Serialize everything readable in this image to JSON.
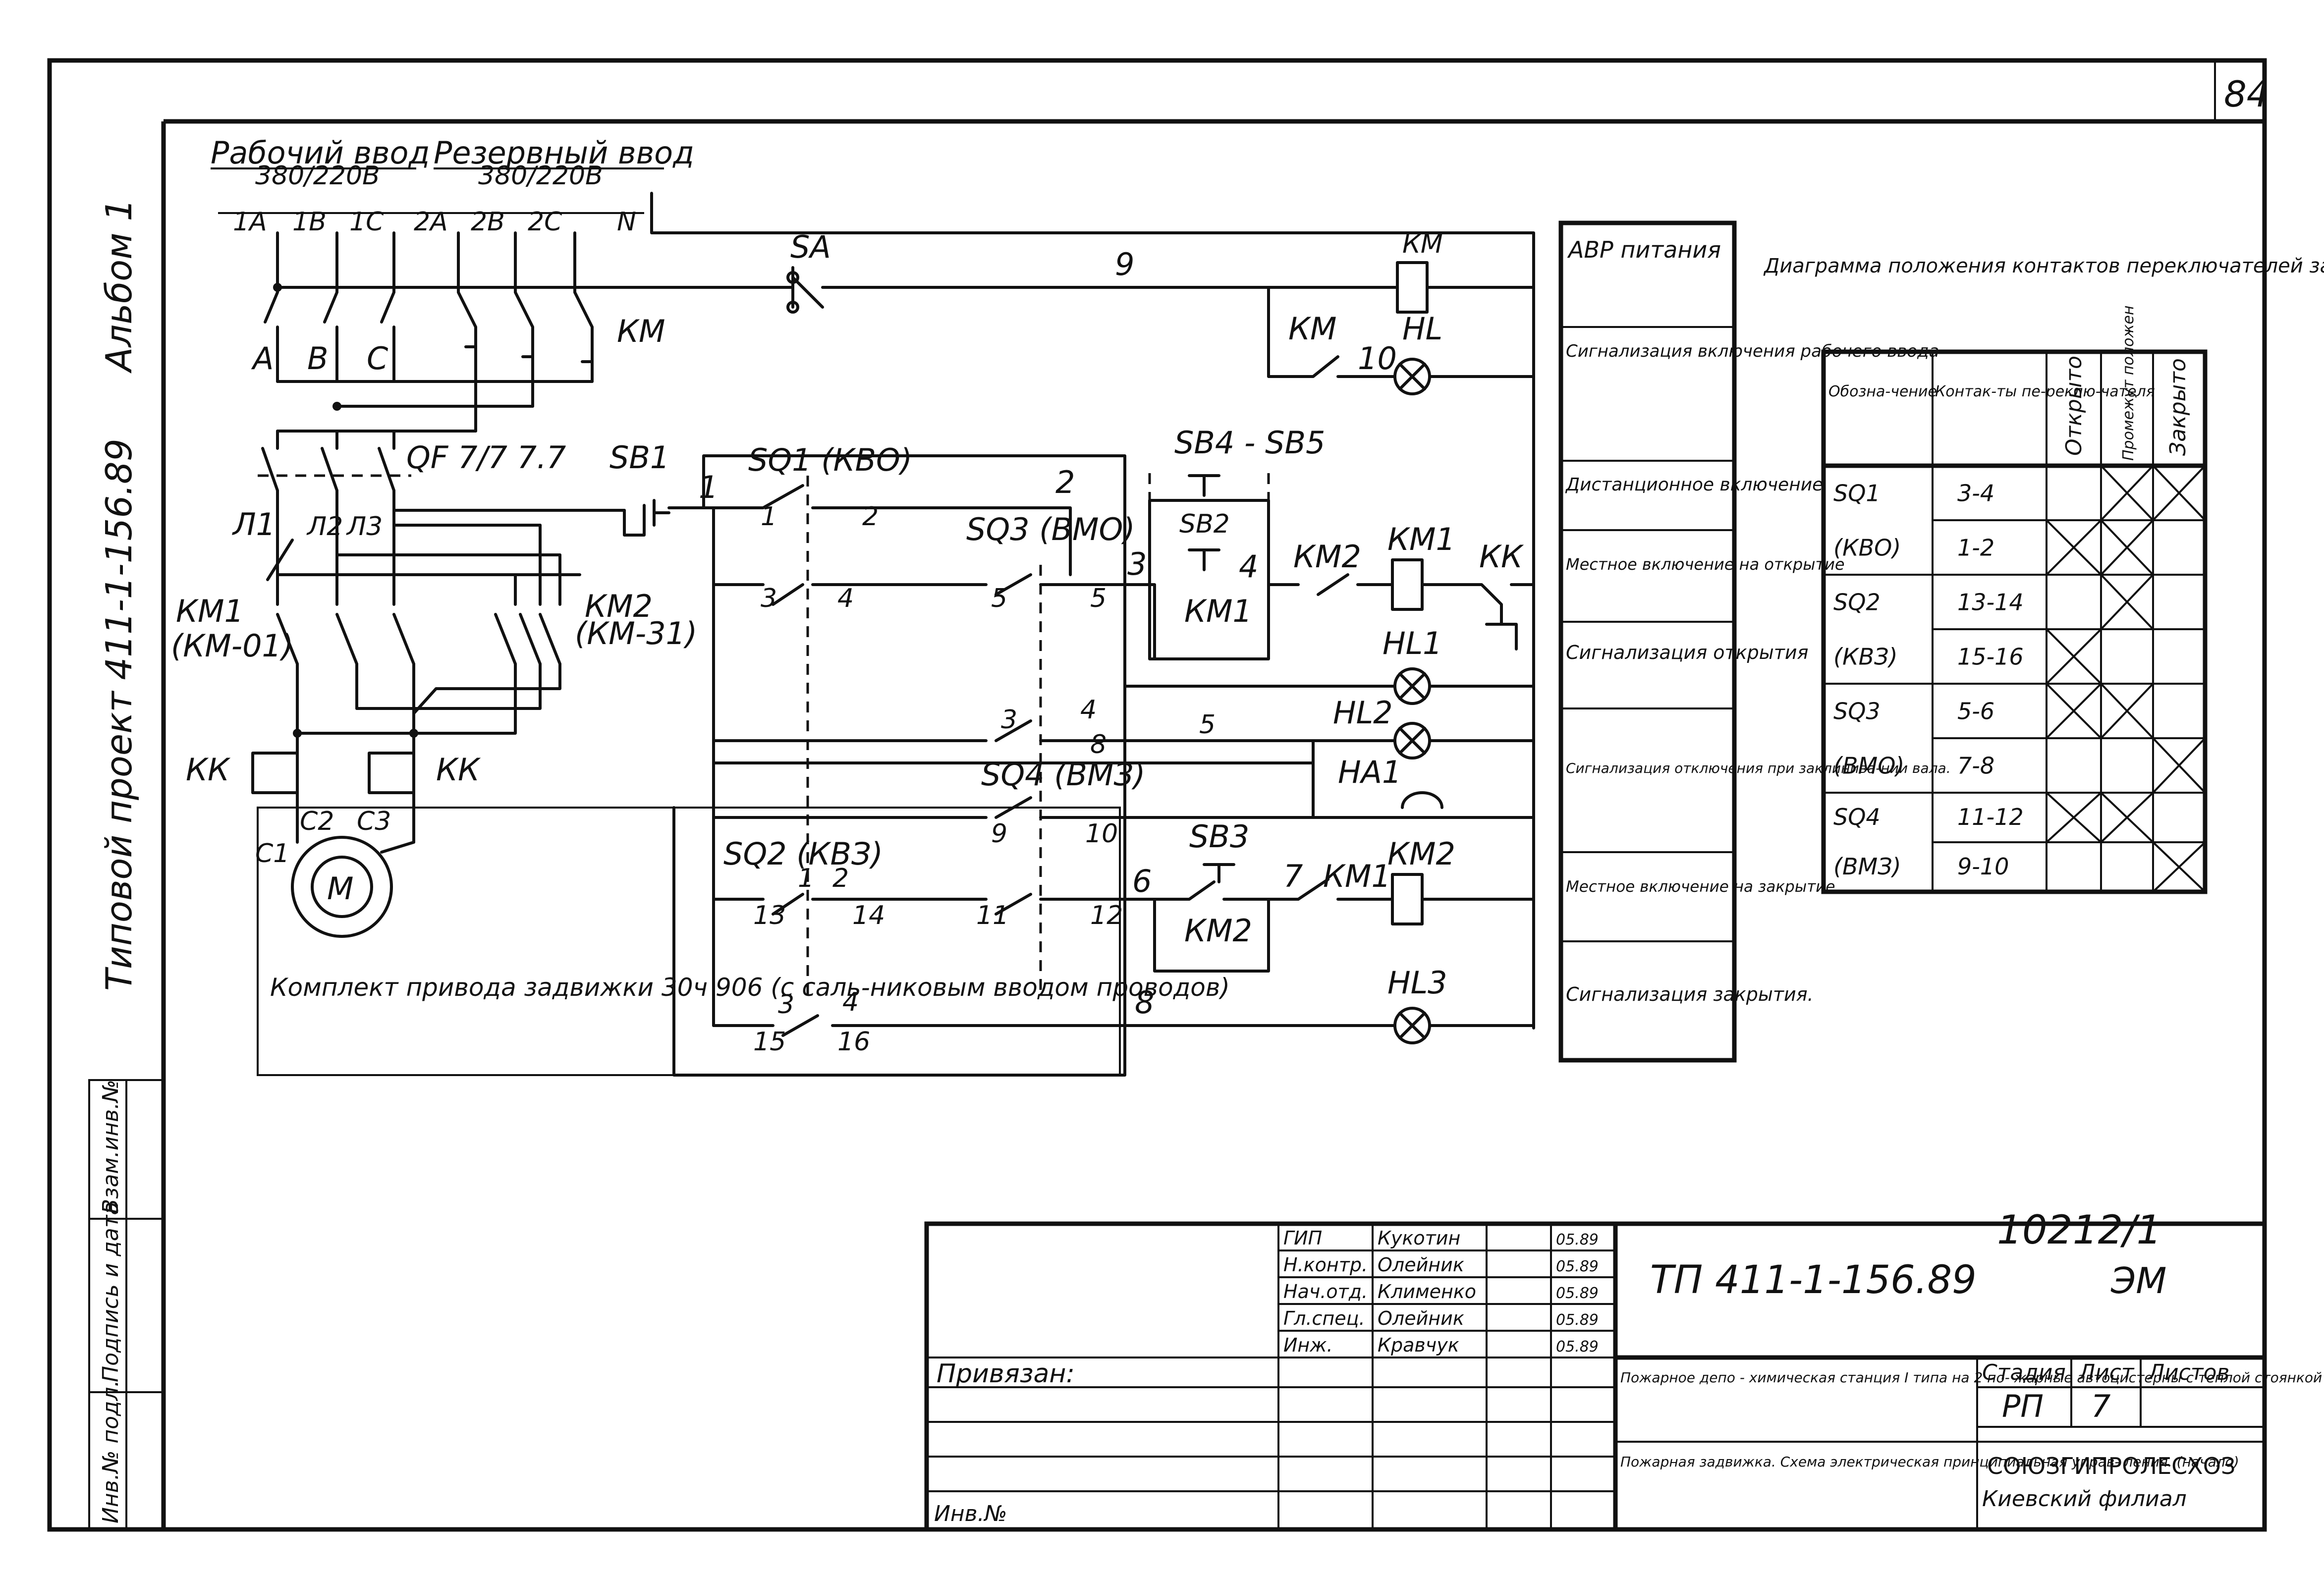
{
  "page_number": "84",
  "side_margin": {
    "album": "Альбом 1",
    "project": "Типовой проект  411-1-156.89",
    "stamp_inv": "Инв.№ подл.",
    "stamp_sign": "Подпись и дата",
    "stamp_swap": "Взам.инв.№"
  },
  "supply": {
    "working_input": "Рабочий ввод",
    "working_voltage": "380/220В",
    "reserve_input": "Резервный ввод",
    "reserve_voltage": "380/220В",
    "phases": [
      "1А",
      "1В",
      "1С",
      "2А",
      "2В",
      "2С",
      "N"
    ],
    "bus_labels": [
      "А",
      "В",
      "С"
    ]
  },
  "components": {
    "SA": "SA",
    "KM": "КМ",
    "HL": "HL",
    "QF": "QF 7/7 7.7",
    "SB1": "SB1",
    "SQ1": "SQ1 (КВО)",
    "SQ3": "SQ3 (ВМО)",
    "SQ4": "SQ4 (ВМЗ)",
    "SQ2": "SQ2 (КВЗ)",
    "SB4_SB5": "SB4 - SB5",
    "SB2": "SB2",
    "SB3": "SB3",
    "KM1": "КМ1",
    "KM1_sub": "(КМ-01)",
    "KM2": "КМ2",
    "KM2_sub": "(КМ-31)",
    "KK": "КК",
    "HL1": "HL1",
    "HL2": "HL2",
    "HL3": "HL3",
    "HA1": "НА1",
    "L1": "Л1",
    "L2": "Л2",
    "L3": "Л3",
    "C1": "С1",
    "C2": "С2",
    "C3": "С3",
    "motor": "М"
  },
  "wire_numbers": [
    "9",
    "10",
    "1",
    "2",
    "3",
    "4",
    "5",
    "6",
    "7",
    "8",
    "5"
  ],
  "contact_numbers": {
    "sq1": [
      "1",
      "2"
    ],
    "sq3_a": [
      "3",
      "4"
    ],
    "sq3_b": [
      "5",
      "5"
    ],
    "sq3_c": [
      "3",
      "4",
      "8"
    ],
    "sq4": [
      "9",
      "10"
    ],
    "sq2_a": [
      "1",
      "2",
      "13",
      "14"
    ],
    "sq4_b": [
      "11",
      "12"
    ],
    "sq2_b": [
      "3",
      "4",
      "15",
      "16"
    ]
  },
  "drive_note": "Комплект привода задвижки 30ч 906 (с саль-никовым вводом проводов)",
  "function_table": [
    "АВР питания",
    "Сигнализация включения рабочего ввода",
    "Дистанционное включение",
    "Местное включение на открытие",
    "Сигнализация открытия",
    "Сигнализация отключения при заклинива-нии вала.",
    "Местное включение на закрытие",
    "Сигнализация закрытия."
  ],
  "position_diagram": {
    "title": "Диаграмма положения контактов переключателей задвижки",
    "headers": [
      "Обозна-чение",
      "Контак-ты пе-реклю-чателя",
      "Открыто",
      "Промежут положен",
      "Закрыто"
    ],
    "rows": [
      {
        "designation": "SQ1",
        "contacts": "3-4",
        "marks": [
          false,
          true,
          true
        ]
      },
      {
        "designation": "(КВО)",
        "contacts": "1-2",
        "marks": [
          true,
          true,
          false
        ]
      },
      {
        "designation": "SQ2",
        "contacts": "13-14",
        "marks": [
          false,
          true,
          false
        ]
      },
      {
        "designation": "(КВЗ)",
        "contacts": "15-16",
        "marks": [
          true,
          false,
          false
        ]
      },
      {
        "designation": "SQ3",
        "contacts": "5-6",
        "marks": [
          true,
          true,
          false
        ]
      },
      {
        "designation": "(ВМО)",
        "contacts": "7-8",
        "marks": [
          false,
          false,
          true
        ]
      },
      {
        "designation": "SQ4",
        "contacts": "11-12",
        "marks": [
          true,
          true,
          false
        ]
      },
      {
        "designation": "(ВМЗ)",
        "contacts": "9-10",
        "marks": [
          false,
          false,
          true
        ]
      }
    ]
  },
  "title_block": {
    "doc_no": "10212/1",
    "code": "ТП 411-1-156.89",
    "sheet_type": "ЭМ",
    "roles": [
      {
        "role": "ГИП",
        "name": "Кукотин",
        "date": "05.89"
      },
      {
        "role": "Н.контр.",
        "name": "Олейник",
        "date": "05.89"
      },
      {
        "role": "Нач.отд.",
        "name": "Клименко",
        "date": "05.89"
      },
      {
        "role": "Гл.спец.",
        "name": "Олейник",
        "date": "05.89"
      },
      {
        "role": "Инж.",
        "name": "Кравчук",
        "date": "05.89"
      }
    ],
    "object": "Пожарное депо - химическая станция I типа на 2 по- жарные автоцистерны с теплой стоянкой",
    "drawing_title": "Пожарная задвижка. Схема электрическая принципиальная управ- ления. (начало)",
    "stage_label": "Стадия",
    "sheet_label": "Лист",
    "sheets_label": "Листов",
    "stage": "РП",
    "sheet": "7",
    "org": "СОЮЗГИПРОЛЕСХОЗ",
    "branch": "Киевский филиал",
    "attached": "Привязан:",
    "inv_no": "Инв.№"
  }
}
